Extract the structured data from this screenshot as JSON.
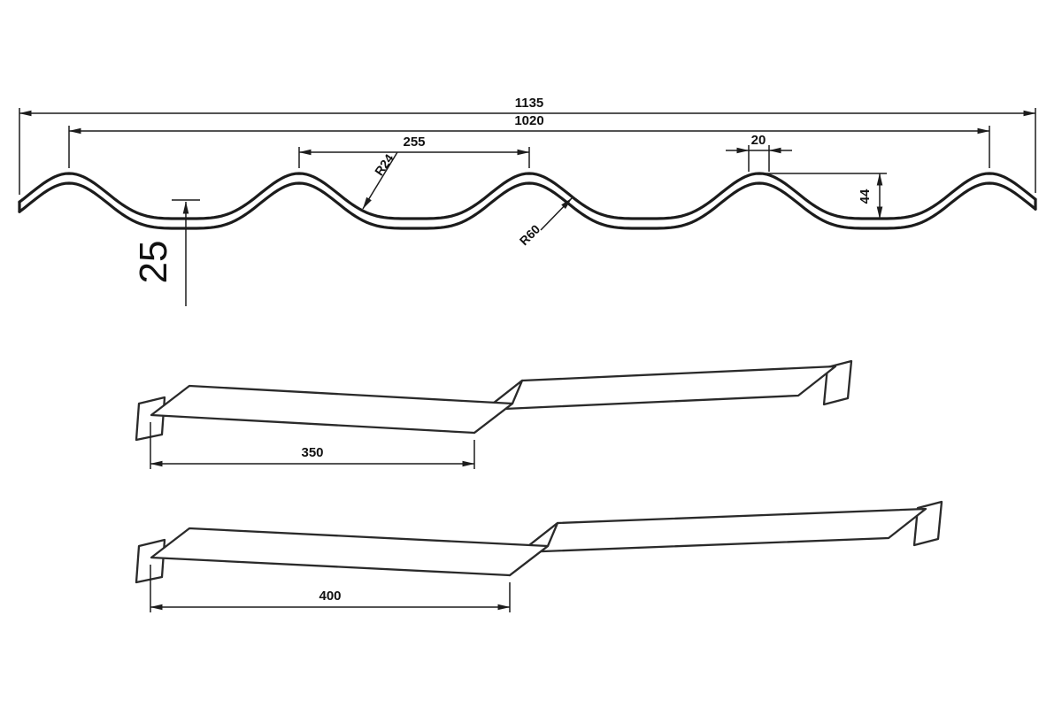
{
  "drawing": {
    "kind": "metal-roof-tile-profile-technical-drawing",
    "colors": {
      "line": "#1c1c1c",
      "background": "#ffffff"
    },
    "profile": {
      "dim_overall": "1135",
      "dim_cover": "1020",
      "dim_pitch": "255",
      "dim_step": "20",
      "radius_top": "R24",
      "radius_bottom": "R60",
      "dim_wave_height": "44",
      "dim_profile_depth": "25"
    },
    "modules": {
      "dim_module_top": "350",
      "dim_module_bottom": "400"
    }
  }
}
